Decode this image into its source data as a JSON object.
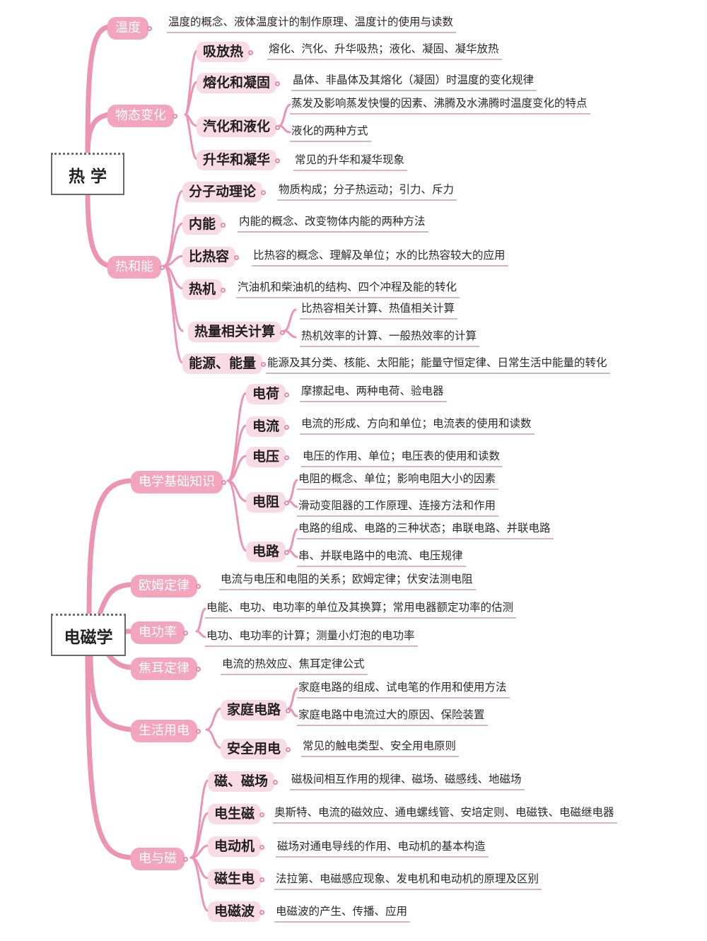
{
  "map": {
    "colors": {
      "branch": "#f2a5bd",
      "line": "#ec94b2",
      "sub_fill": "#f9dbe6",
      "leaf_line": "#d7b4c1"
    },
    "roots": {
      "thermo": "热 学",
      "em": "电磁学"
    },
    "thermo": {
      "temperature": {
        "label": "温度",
        "leaf": "温度的概念、液体温度计的制作原理、温度计的使用与读数"
      },
      "state_change": {
        "label": "物态变化",
        "heat_exchange": {
          "label": "吸放热",
          "leaf": "熔化、汽化、升华吸热；液化、凝固、凝华放热"
        },
        "melting": {
          "label": "熔化和凝固",
          "leaf": "晶体、非晶体及其熔化（凝固）时温度的变化规律"
        },
        "vaporization": {
          "label": "汽化和液化",
          "leaves": [
            "蒸发及影响蒸发快慢的因素、沸腾及水沸腾时温度变化的特点",
            "液化的两种方式"
          ]
        },
        "sublimation": {
          "label": "升华和凝华",
          "leaf": "常见的升华和凝华现象"
        }
      },
      "heat_energy": {
        "label": "热和能",
        "molecular": {
          "label": "分子动理论",
          "leaf": "物质构成；分子热运动；引力、斥力"
        },
        "internal": {
          "label": "内能",
          "leaf": "内能的概念、改变物体内能的两种方法"
        },
        "specific_heat": {
          "label": "比热容",
          "leaf": "比热容的概念、理解及单位；水的比热容较大的应用"
        },
        "engine": {
          "label": "热机",
          "leaf": "汽油机和柴油机的结构、四个冲程及能的转化"
        },
        "calc": {
          "label": "热量相关计算",
          "leaves": [
            "比热容相关计算、热值相关计算",
            "热机效率的计算、一般热效率的计算"
          ]
        },
        "energy": {
          "label": "能源、能量",
          "leaf": "能源及其分类、核能、太阳能；能量守恒定律、日常生活中能量的转化"
        }
      }
    },
    "em": {
      "basics": {
        "label": "电学基础知识",
        "charge": {
          "label": "电荷",
          "leaf": "摩擦起电、两种电荷、验电器"
        },
        "current": {
          "label": "电流",
          "leaf": "电流的形成、方向和单位；电流表的使用和读数"
        },
        "voltage": {
          "label": "电压",
          "leaf": "电压的作用、单位；电压表的使用和读数"
        },
        "resistance": {
          "label": "电阻",
          "leaves": [
            "电阻的概念、单位；影响电阻大小的因素",
            "滑动变阻器的工作原理、连接方法和作用"
          ]
        },
        "circuit": {
          "label": "电路",
          "leaves": [
            "电路的组成、电路的三种状态；串联电路、并联电路",
            "串、并联电路中的电流、电压规律"
          ]
        }
      },
      "ohm": {
        "label": "欧姆定律",
        "leaf": "电流与电压和电阻的关系；欧姆定律；伏安法测电阻"
      },
      "power": {
        "label": "电功率",
        "leaves": [
          "电能、电功、电功率的单位及其换算；常用电器额定功率的估测",
          "电功、电功率的计算；测量小灯泡的电功率"
        ]
      },
      "joule": {
        "label": "焦耳定律",
        "leaf": "电流的热效应、焦耳定律公式"
      },
      "household": {
        "label": "生活用电",
        "home_circuit": {
          "label": "家庭电路",
          "leaves": [
            "家庭电路的组成、试电笔的作用和使用方法",
            "家庭电路中电流过大的原因、保险装置"
          ]
        },
        "safety": {
          "label": "安全用电",
          "leaf": "常见的触电类型、安全用电原则"
        }
      },
      "magnetism": {
        "label": "电与磁",
        "field": {
          "label": "磁、磁场",
          "leaf": "磁极间相互作用的规律、磁场、磁感线、地磁场"
        },
        "e2m": {
          "label": "电生磁",
          "leaf": "奥斯特、电流的磁效应、通电螺线管、安培定则、电磁铁、电磁继电器"
        },
        "motor": {
          "label": "电动机",
          "leaf": "磁场对通电导线的作用、电动机的基本构造"
        },
        "m2e": {
          "label": "磁生电",
          "leaf": "法拉第、电磁感应现象、发电机和电动机的原理及区别"
        },
        "wave": {
          "label": "电磁波",
          "leaf": "电磁波的产生、传播、应用"
        }
      }
    }
  }
}
